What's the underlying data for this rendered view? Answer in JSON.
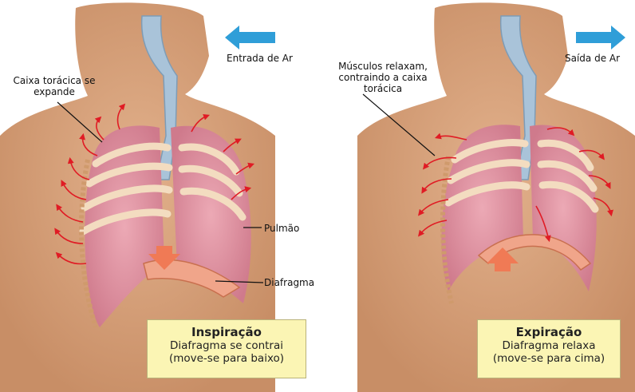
{
  "panels": [
    {
      "id": "inspiration",
      "arrow_label": "Entrada de Ar",
      "rib_label": "Caixa torácica se expande",
      "lung_label": "Pulmão",
      "diaphragm_label": "Diafragma",
      "box_title": "Inspiração",
      "box_line1": "Diafragma se contrai",
      "box_line2": "(move-se para baixo)"
    },
    {
      "id": "expiration",
      "arrow_label": "Saída de Ar",
      "rib_label": "Músculos relaxam, contraindo a caixa torácica",
      "box_title": "Expiração",
      "box_line1": "Diafragma relaxa",
      "box_line2": "(move-se para cima)"
    }
  ],
  "colors": {
    "skin": "#d9a57e",
    "skin_shadow": "#b9825c",
    "lung": "#e39aa8",
    "lung_dark": "#c97185",
    "rib": "#f3dcc0",
    "airway": "#a9c3d9",
    "muscle_arrows": "#e01b24",
    "air_arrow": "#2f9ed8",
    "diaphragm_arrow": "#f07a55",
    "box_fill": "#fbf5b4"
  }
}
